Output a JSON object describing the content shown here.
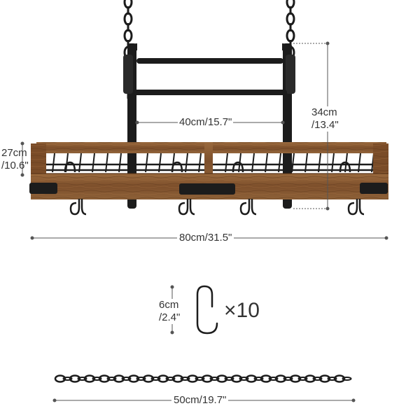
{
  "dimensions": {
    "inner_width": "40cm/15.7\"",
    "height_line1": "34cm",
    "height_line2": "/13.4\"",
    "depth_line1": "27cm",
    "depth_line2": "/10.6\"",
    "total_width": "80cm/31.5\"",
    "hook_line1": "6cm",
    "hook_line2": "/2.4\"",
    "hook_count": "×10",
    "chain_length": "50cm/19.7\""
  },
  "colors": {
    "wood": "#8a5a33",
    "wood_dark": "#5a3519",
    "metal": "#1c1c1c",
    "dim_line": "#555555"
  }
}
